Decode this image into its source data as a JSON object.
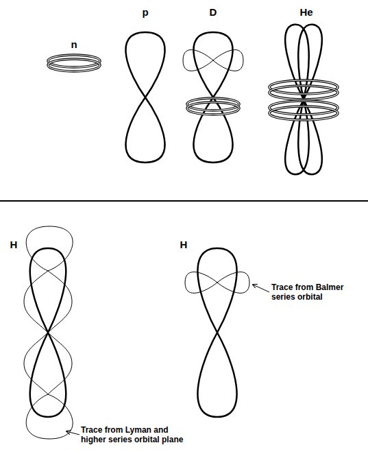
{
  "diagram": {
    "labels": [
      "n",
      "p",
      "D",
      "He",
      "H",
      "H",
      "Trace from Balmer series orbital",
      "Trace from Lyman and higher series orbital plane"
    ]
  }
}
